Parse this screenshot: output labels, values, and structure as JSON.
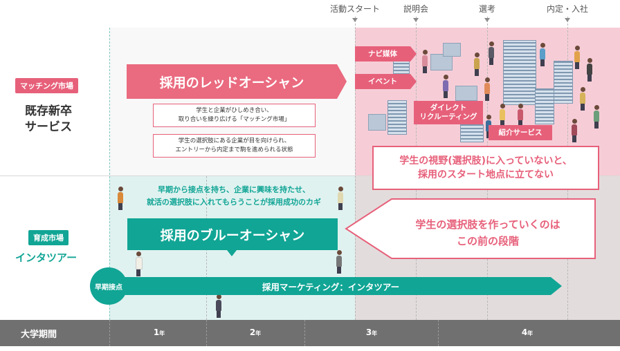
{
  "milestones": [
    {
      "label": "活動スタート"
    },
    {
      "label": "説明会"
    },
    {
      "label": "選考"
    },
    {
      "label": "内定・入社"
    }
  ],
  "matching": {
    "tag": "マッチング市場",
    "title_line1": "既存新卒",
    "title_line2": "サービス",
    "banner": "採用のレッドオーシャン",
    "note1_line1": "学生と企業がひしめき合い、",
    "note1_line2": "取り合いを繰り広げる「マッチング市場」",
    "note2_line1": "学生の選択肢にある企業が目を向けられ、",
    "note2_line2": "エントリーから内定まで駒を進められる状態",
    "channels": [
      "ナビ媒体",
      "イベント",
      "ダイレクト\nリクルーティング",
      "紹介サービス"
    ],
    "box_line1": "学生の視野(選択肢)に入っていないと、",
    "box_line2": "採用のスタート地点に立てない"
  },
  "nurture": {
    "tag": "育成市場",
    "title": "インタツアー",
    "note_line1": "早期から接点を持ち、企業に興味を持たせ、",
    "note_line2": "就活の選択肢に入れてもらうことが採用成功のカギ",
    "banner": "採用のブルーオーシャン",
    "arrow_line1": "学生の選択肢を作っていくのは",
    "arrow_line2": "この前の段階",
    "early_contact": "早期接点",
    "marketing_bar": "採用マーケティング：インタツアー"
  },
  "timeline": {
    "label": "大学期間",
    "years": [
      {
        "num": "1",
        "unit": "年"
      },
      {
        "num": "2",
        "unit": "年"
      },
      {
        "num": "3",
        "unit": "年"
      },
      {
        "num": "4",
        "unit": "年"
      }
    ]
  },
  "colors": {
    "pink": "#e7607a",
    "teal": "#11a595",
    "bar": "#707070"
  }
}
